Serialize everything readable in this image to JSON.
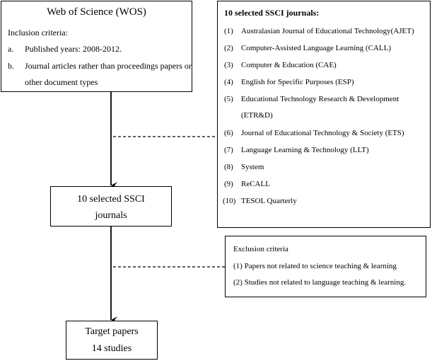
{
  "wos": {
    "title": "Web of Science (WOS)",
    "criteria_label": "Inclusion criteria:",
    "items": [
      {
        "marker": "a.",
        "text": "Published years: 2008-2012."
      },
      {
        "marker": "b.",
        "text": "Journal articles rather than proceedings papers or",
        "cont": "other document types"
      }
    ]
  },
  "journals_list": {
    "title": "10 selected SSCI journals:",
    "items": [
      {
        "num": "(1)",
        "text": "Australasian Journal of Educational Technology(AJET)"
      },
      {
        "num": "(2)",
        "text": "Computer-Assisted Language Learning (CALL)"
      },
      {
        "num": "(3)",
        "text": "Computer & Education (CAE)"
      },
      {
        "num": "(4)",
        "text": "English for Specific Purposes (ESP)"
      },
      {
        "num": "(5)",
        "text": "Educational Technology Research & Development",
        "cont": "(ETR&D)"
      },
      {
        "num": "(6)",
        "text": "Journal of Educational Technology & Society (ETS)"
      },
      {
        "num": "(7)",
        "text": "Language Learning & Technology (LLT)"
      },
      {
        "num": "(8)",
        "text": "System"
      },
      {
        "num": "(9)",
        "text": "ReCALL"
      },
      {
        "num": "(10)",
        "text": "TESOL Quarterly"
      }
    ]
  },
  "selected": {
    "line1": "10 selected SSCI",
    "line2": "journals"
  },
  "exclusion": {
    "title": "Exclusion criteria",
    "items": [
      "(1) Papers not related to science teaching & learning",
      "(2) Studies not related to language teaching & learning."
    ]
  },
  "target": {
    "line1": "Target papers",
    "line2": "14 studies"
  }
}
